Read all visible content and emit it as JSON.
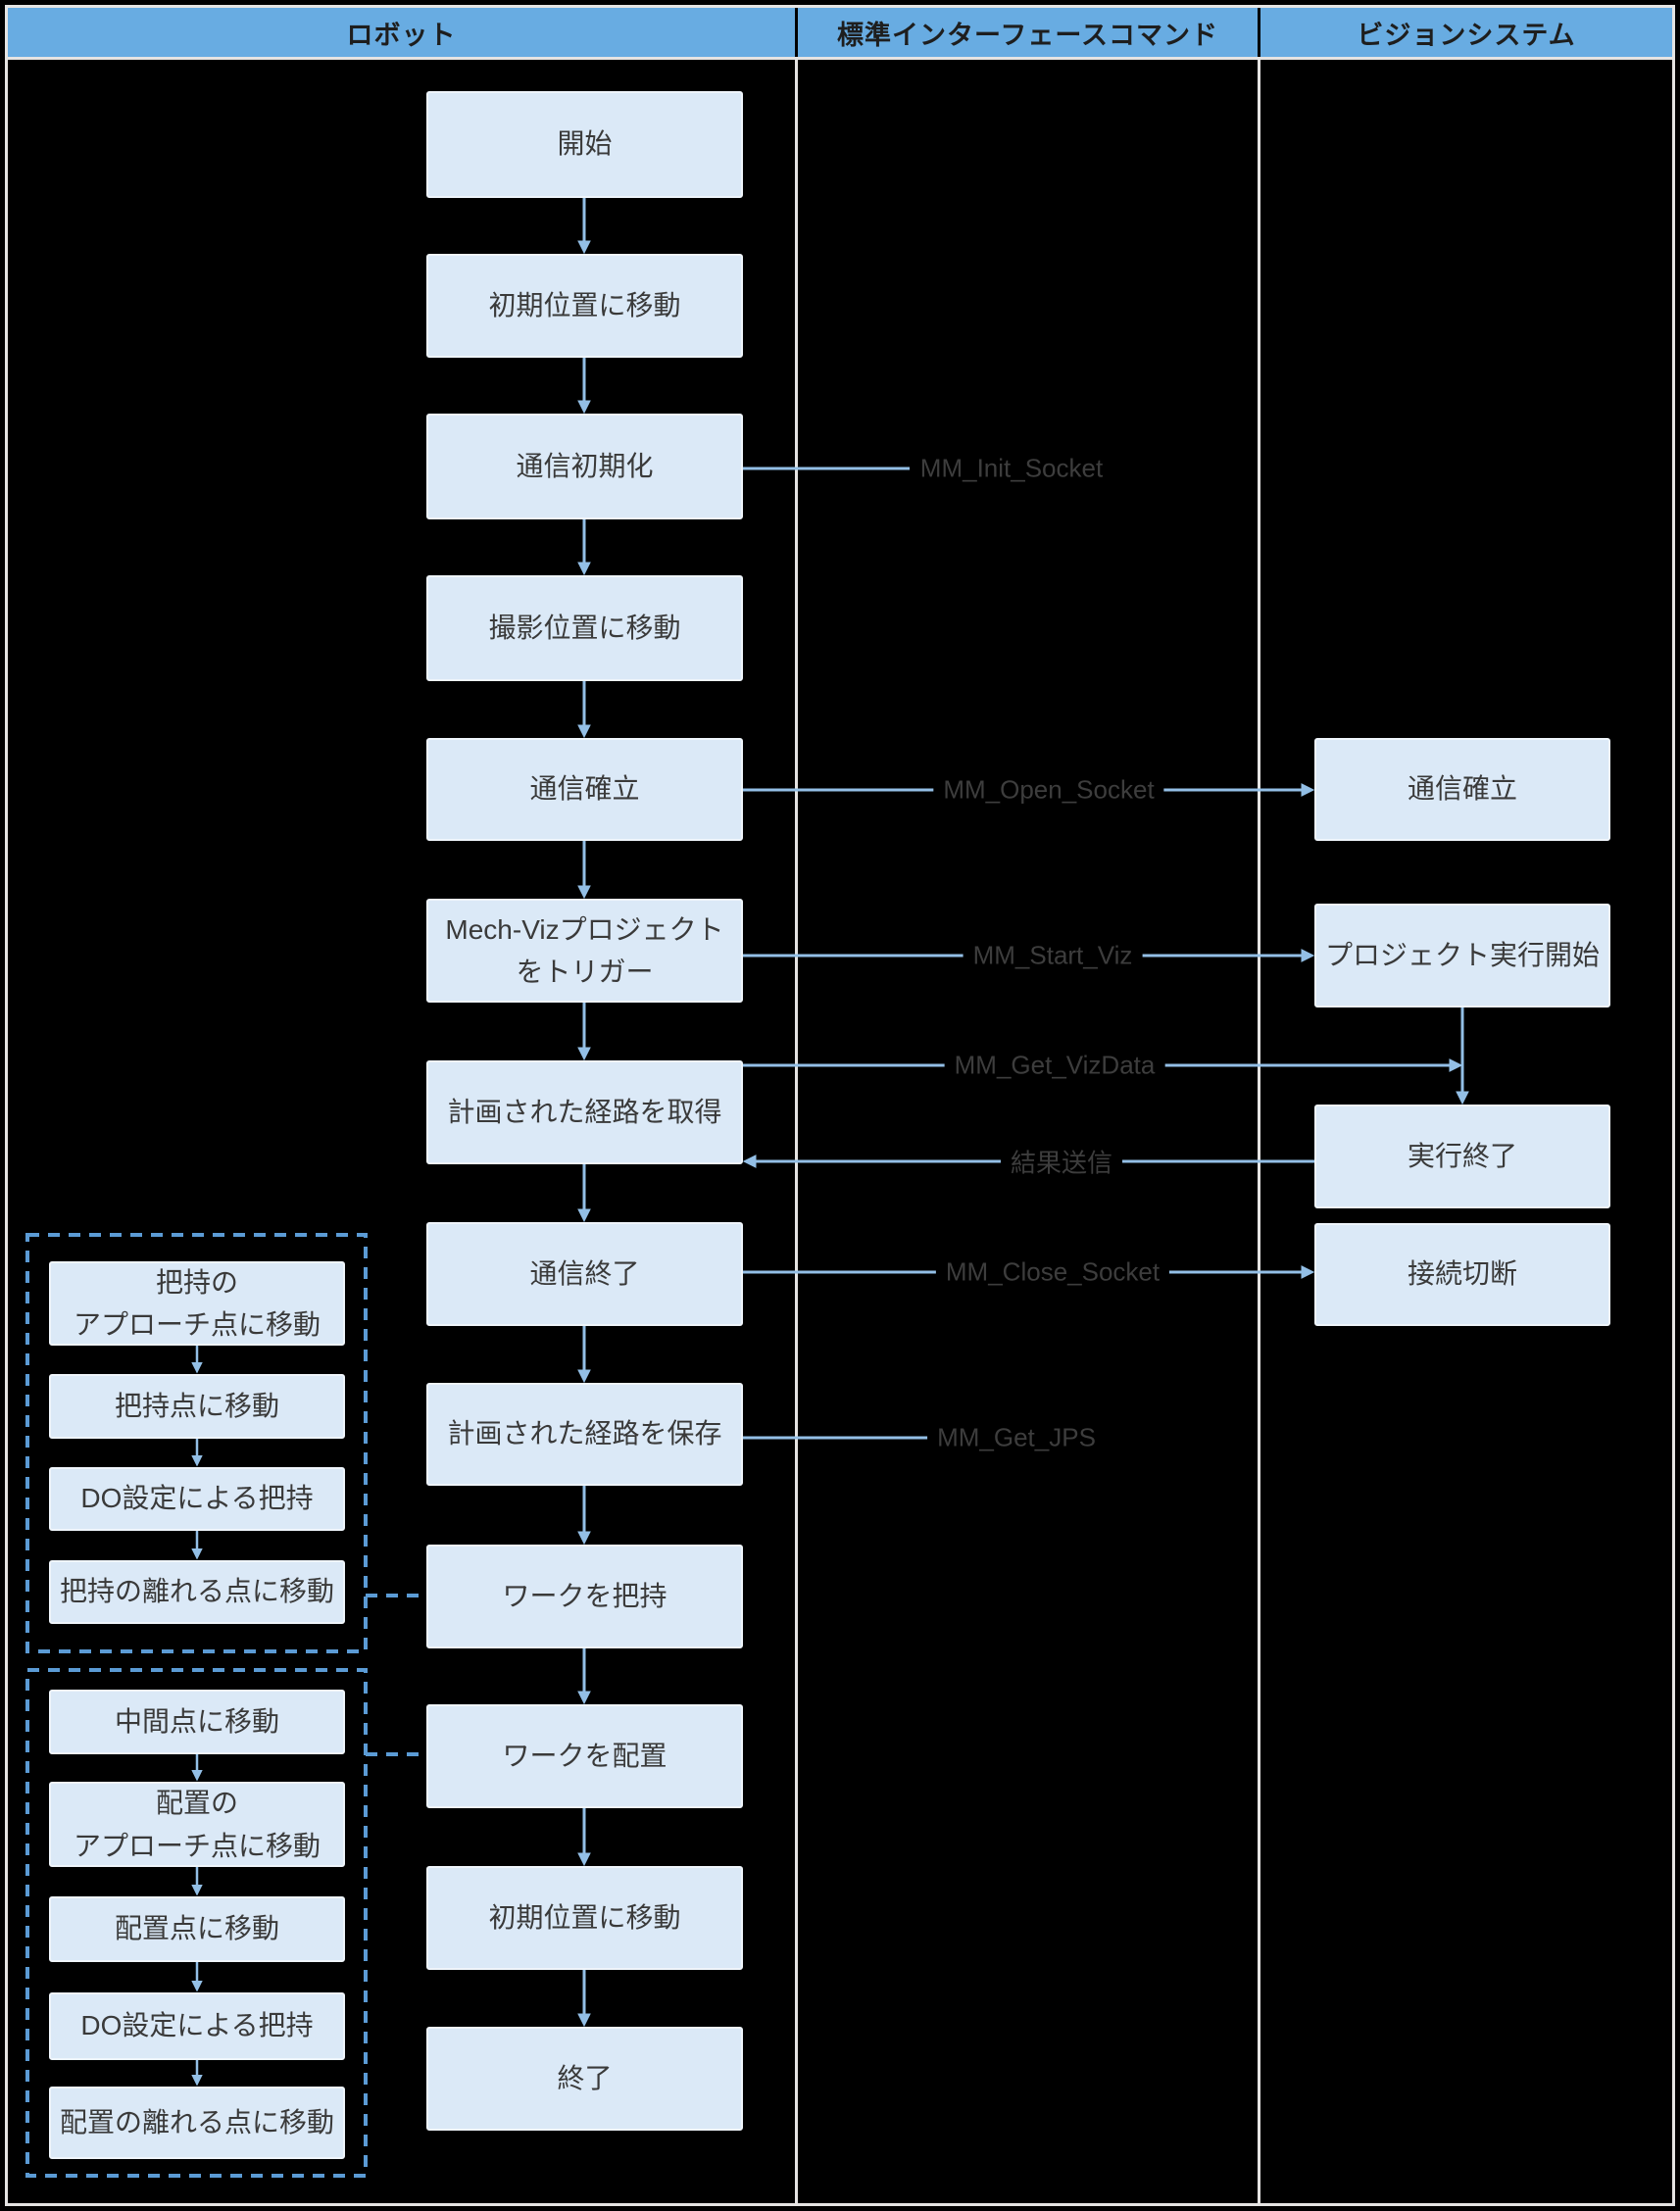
{
  "header": {
    "columns": [
      {
        "label": "ロボット"
      },
      {
        "label": "標準インターフェースコマンド"
      },
      {
        "label": "ビジョンシステム"
      }
    ]
  },
  "robot_flow": [
    {
      "label": "開始"
    },
    {
      "label": "初期位置に移動"
    },
    {
      "label": "通信初期化"
    },
    {
      "label": "撮影位置に移動"
    },
    {
      "label": "通信確立"
    },
    {
      "label": "Mech-Vizプロジェクト\nをトリガー"
    },
    {
      "label": "計画された経路を取得"
    },
    {
      "label": "通信終了"
    },
    {
      "label": "計画された経路を保存"
    },
    {
      "label": "ワークを把持"
    },
    {
      "label": "ワークを配置"
    },
    {
      "label": "初期位置に移動"
    },
    {
      "label": "終了"
    }
  ],
  "commands": [
    {
      "label": "MM_Init_Socket"
    },
    {
      "label": "MM_Open_Socket"
    },
    {
      "label": "MM_Start_Viz"
    },
    {
      "label": "MM_Get_VizData"
    },
    {
      "label": "結果送信"
    },
    {
      "label": "MM_Close_Socket"
    },
    {
      "label": "MM_Get_JPS"
    }
  ],
  "vision_flow": [
    {
      "label": "通信確立"
    },
    {
      "label": "プロジェクト実行開始"
    },
    {
      "label": "実行終了"
    },
    {
      "label": "接続切断"
    }
  ],
  "grip_subroutine": [
    {
      "label": "把持の\nアプローチ点に移動"
    },
    {
      "label": "把持点に移動"
    },
    {
      "label": "DO設定による把持"
    },
    {
      "label": "把持の離れる点に移動"
    }
  ],
  "place_subroutine": [
    {
      "label": "中間点に移動"
    },
    {
      "label": "配置の\nアプローチ点に移動"
    },
    {
      "label": "配置点に移動"
    },
    {
      "label": "DO設定による把持"
    },
    {
      "label": "配置の離れる点に移動"
    }
  ],
  "colors": {
    "background": "#000000",
    "header_bg": "#68ace2",
    "node_fill": "#dbe9f7",
    "arrow": "#93bfe6",
    "dashed": "#5b9bd5",
    "frame": "#e5e4e3",
    "label_text": "#3d3d3d"
  }
}
